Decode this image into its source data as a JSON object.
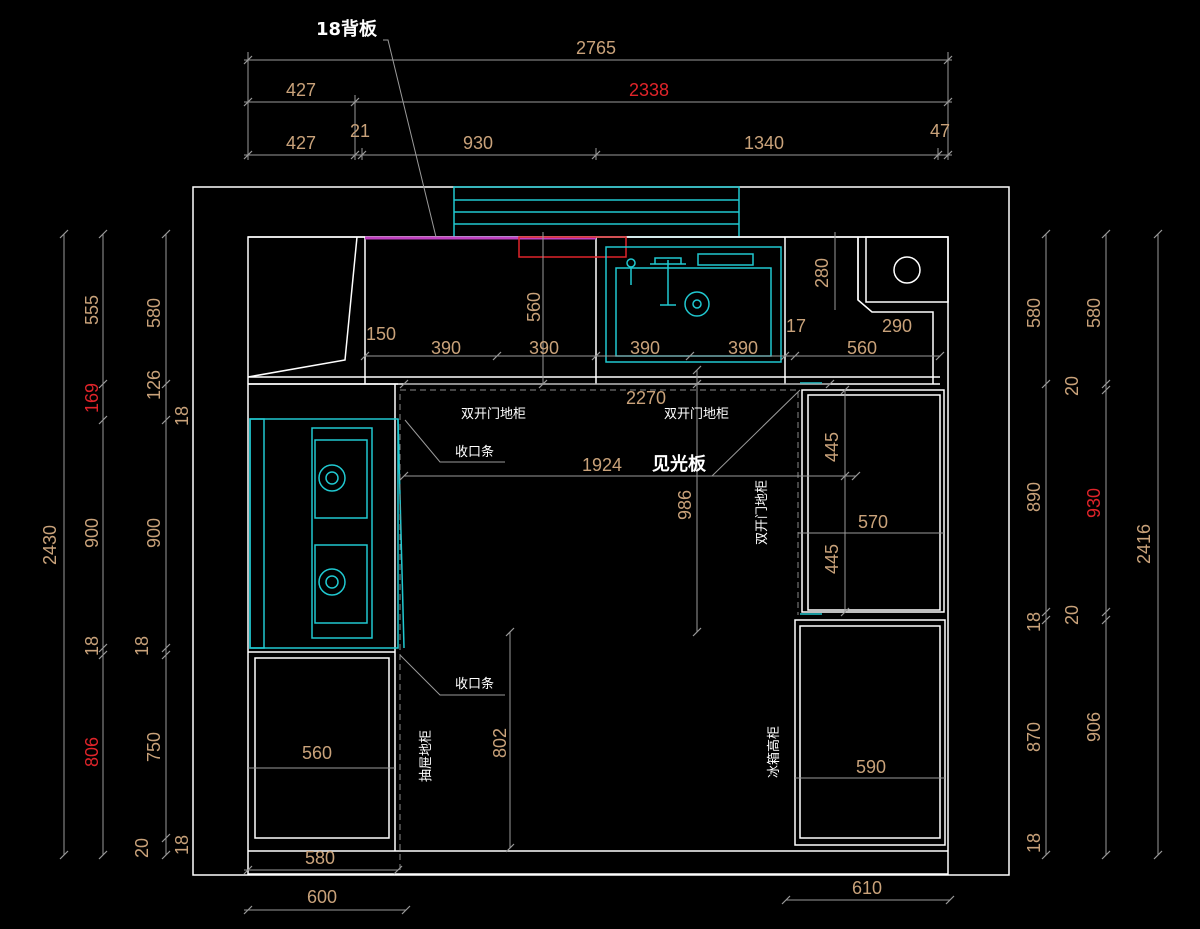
{
  "labels": {
    "backboard": "18背板",
    "double_door_base_1": "双开门地柜",
    "double_door_base_2": "双开门地柜",
    "double_door_base_3": "双开门地柜",
    "trim_strip_1": "收口条",
    "trim_strip_2": "收口条",
    "visible_panel": "见光板",
    "drawer_base": "抽屉地柜",
    "fridge_tall": "冰箱高柜"
  },
  "dims_top": {
    "overall": "2765",
    "left_427_a": "427",
    "right_2338": "2338",
    "left_427_b": "427",
    "gap_21": "21",
    "seg_930": "930",
    "seg_1340": "1340",
    "gap_47": "47"
  },
  "dims_interior": {
    "d150": "150",
    "d390_1": "390",
    "d390_2": "390",
    "d390_3": "390",
    "d390_4": "390",
    "d560_v": "560",
    "d280": "280",
    "d17": "17",
    "d290": "290",
    "d560_h": "560",
    "d2270": "2270",
    "d1924": "1924",
    "d986": "986",
    "d445_1": "445",
    "d570": "570",
    "d445_2": "445",
    "d802": "802",
    "d560_bottom": "560",
    "d590": "590",
    "d580_bottom": "580"
  },
  "dims_left": {
    "total_2430": "2430",
    "d555": "555",
    "d169": "169",
    "d900_a": "900",
    "d18_a": "18",
    "d806": "806",
    "d580": "580",
    "d126": "126",
    "d18_b": "18",
    "d900_b": "900",
    "d750": "750",
    "d18_c": "18",
    "d20": "20",
    "d18_d": "18"
  },
  "dims_right": {
    "d580_a": "580",
    "d890": "890",
    "d18_a": "18",
    "d870": "870",
    "d18_b": "18",
    "d580_b": "580",
    "d20_a": "20",
    "d930": "930",
    "d20_b": "20",
    "d906": "906",
    "total_2416": "2416"
  },
  "dims_bottom": {
    "d600": "600",
    "d610": "610"
  },
  "colors": {
    "background": "#000000",
    "dimension": "#c9a27a",
    "highlight": "#e0242a",
    "appliance": "#20c8d0",
    "wall": "#ffffff",
    "backboard": "#c040c0"
  }
}
